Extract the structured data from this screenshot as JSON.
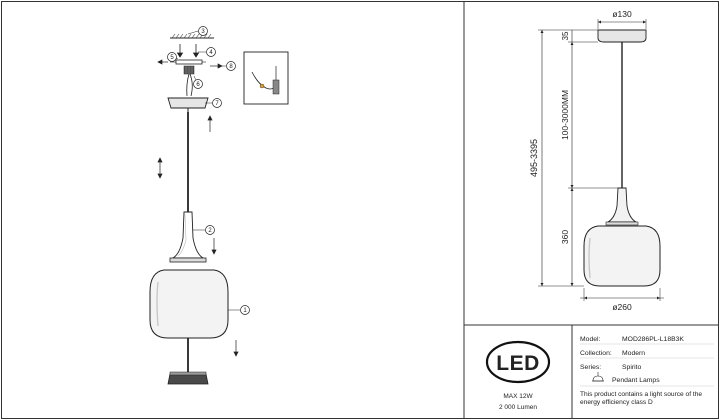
{
  "callouts": [
    "1",
    "2",
    "3",
    "4",
    "5",
    "6",
    "7",
    "8"
  ],
  "dimensions": {
    "canopy_diameter": "ø130",
    "canopy_height": "35",
    "cable_length": "100-3000MM",
    "total_height": "495-3395",
    "shade_height": "360",
    "shade_diameter": "ø260"
  },
  "led_block": {
    "logo": "LED",
    "max_power": "MAX 12W",
    "lumen": "2 000 Lumen"
  },
  "info": {
    "model_label": "Model:",
    "model_value": "MOD286PL-L18B3K",
    "collection_label": "Collection:",
    "collection_value": "Modern",
    "series_label": "Series:",
    "series_value": "Spirito",
    "type_value": "Pendant Lamps",
    "energy_note": "This product contains a light source of the energy efficiency class D"
  }
}
